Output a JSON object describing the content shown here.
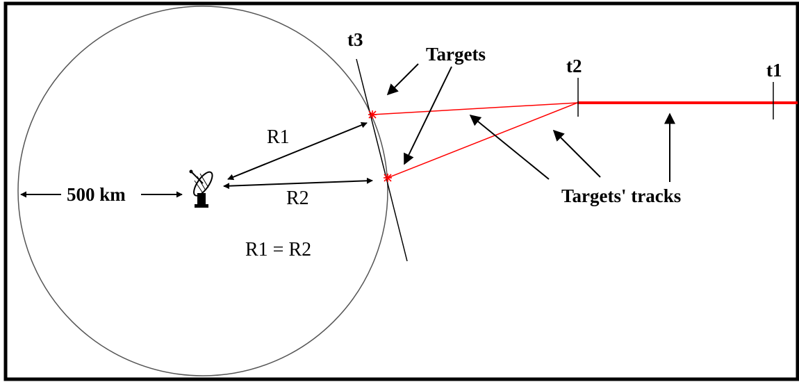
{
  "labels": {
    "t1": "t1",
    "t2": "t2",
    "t3": "t3",
    "targets": "Targets",
    "targets_tracks": "Targets' tracks",
    "r1": "R1",
    "r2": "R2",
    "equation": "R1 = R2",
    "range": "500 km"
  },
  "colors": {
    "track": "#ff0000",
    "ink": "#000000",
    "circle": "#555555",
    "frame": "#000000",
    "background": "#ffffff"
  },
  "icons": {
    "radar": "radar-dish-icon",
    "target": "asterisk-target-icon"
  }
}
